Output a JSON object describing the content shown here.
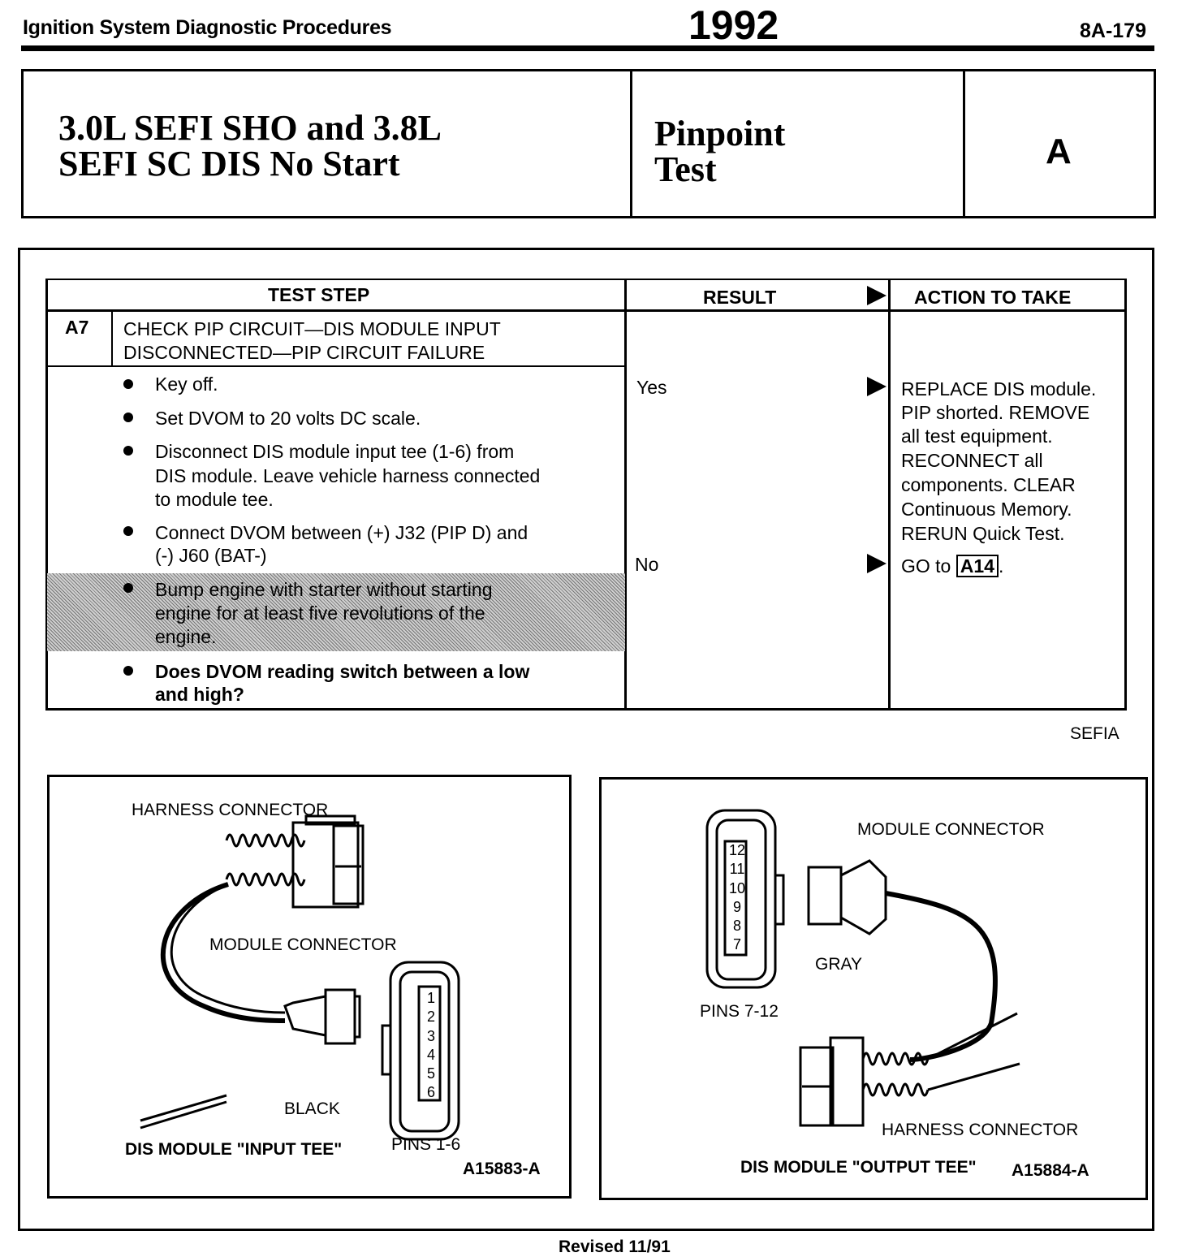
{
  "header": {
    "left": "Ignition System Diagnostic Procedures",
    "year": "1992",
    "page": "8A-179"
  },
  "title": {
    "main": "3.0L SEFI SHO and 3.8L\nSEFI SC DIS No Start",
    "test_type": "Pinpoint\nTest",
    "test_letter": "A"
  },
  "table": {
    "headers": {
      "test_step": "TEST STEP",
      "result": "RESULT",
      "action": "ACTION TO TAKE"
    },
    "step_id": "A7",
    "step_title_1": "CHECK PIP CIRCUIT—DIS MODULE INPUT",
    "step_title_2": "DISCONNECTED—PIP CIRCUIT FAILURE",
    "bullets": [
      "Key off.",
      "Set DVOM to 20 volts DC scale.",
      "Disconnect DIS module input tee (1-6) from",
      "DIS module. Leave vehicle harness connected",
      "to module tee.",
      "Connect DVOM between (+) J32 (PIP D) and",
      "(-) J60 (BAT-)",
      "Bump engine with starter without starting",
      "engine for at least five revolutions of the",
      "engine.",
      "Does DVOM reading switch between a low",
      "and high?"
    ],
    "results": {
      "yes": "Yes",
      "no": "No"
    },
    "actions_yes": [
      "REPLACE DIS module.",
      "PIP shorted. REMOVE",
      "all test equipment.",
      "RECONNECT all",
      "components. CLEAR",
      "Continuous Memory.",
      "RERUN Quick Test."
    ],
    "action_no_prefix": "GO to",
    "action_no_ref": "A14",
    "action_no_suffix": ".",
    "code": "SEFIA"
  },
  "figures": {
    "left": {
      "harness": "HARNESS CONNECTOR",
      "module": "MODULE CONNECTOR",
      "color": "BLACK",
      "caption": "DIS MODULE \"INPUT TEE\"",
      "pins_label": "PINS 1-6",
      "fig_id": "A15883-A",
      "pins": [
        "1",
        "2",
        "3",
        "4",
        "5",
        "6"
      ]
    },
    "right": {
      "module": "MODULE CONNECTOR",
      "color": "GRAY",
      "pins_label": "PINS 7-12",
      "harness": "HARNESS CONNECTOR",
      "caption": "DIS MODULE \"OUTPUT TEE\"",
      "fig_id": "A15884-A",
      "pins": [
        "12",
        "11",
        "10",
        "9",
        "8",
        "7"
      ]
    }
  },
  "footer": "Revised 11/91"
}
